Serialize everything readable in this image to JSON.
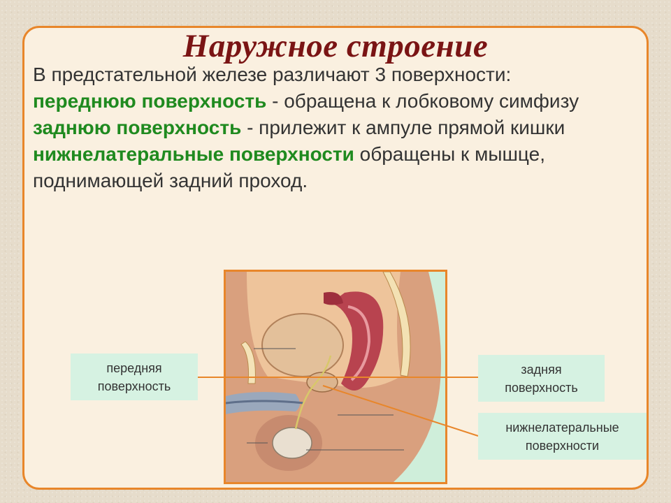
{
  "slide": {
    "title": "Наружное строение",
    "intro": "В предстательной железе различают 3 поверхности:",
    "items": [
      {
        "term": "переднюю поверхность",
        "text": " - обращена к лобковому симфизу"
      },
      {
        "term": "заднюю поверхность",
        "text": " -  прилежит к ампуле прямой кишки"
      },
      {
        "term": "нижнелатеральные поверхности",
        "text": "  обращены к мышце, поднимающей задний проход."
      }
    ]
  },
  "diagram": {
    "labels": {
      "anterior": [
        "передняя",
        "поверхность"
      ],
      "posterior": [
        "задняя",
        "поверхность"
      ],
      "inferolateral": [
        "нижнелатеральные",
        "поверхности"
      ]
    },
    "colors": {
      "frame_border": "#e8862a",
      "title": "#7a1414",
      "highlight": "#1f8a1f",
      "label_bg": "#d6f2e2",
      "leader_line": "#e8862a"
    }
  }
}
